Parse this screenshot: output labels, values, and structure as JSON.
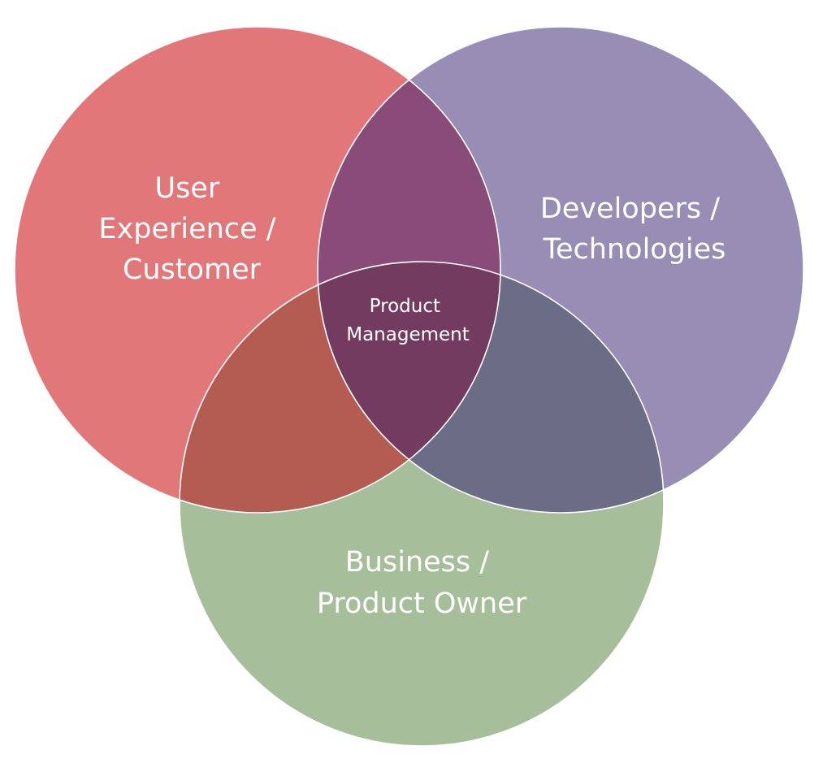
{
  "diagram": {
    "sets": {
      "ux": {
        "lines": [
          "User",
          "Experience /",
          "Customer"
        ],
        "color": "#e27779"
      },
      "dev": {
        "lines": [
          "Developers /",
          "Technologies"
        ],
        "color": "#978db5"
      },
      "biz": {
        "lines": [
          "Business /",
          "Product Owner"
        ],
        "color": "#a6bf9a"
      }
    },
    "overlaps": {
      "ux_dev": {
        "color": "#894c78"
      },
      "ux_biz": {
        "color": "#b45c52"
      },
      "dev_biz": {
        "color": "#6b6d87"
      },
      "all": {
        "color": "#733b5f"
      }
    },
    "center": {
      "lines": [
        "Product",
        "Management"
      ]
    }
  }
}
